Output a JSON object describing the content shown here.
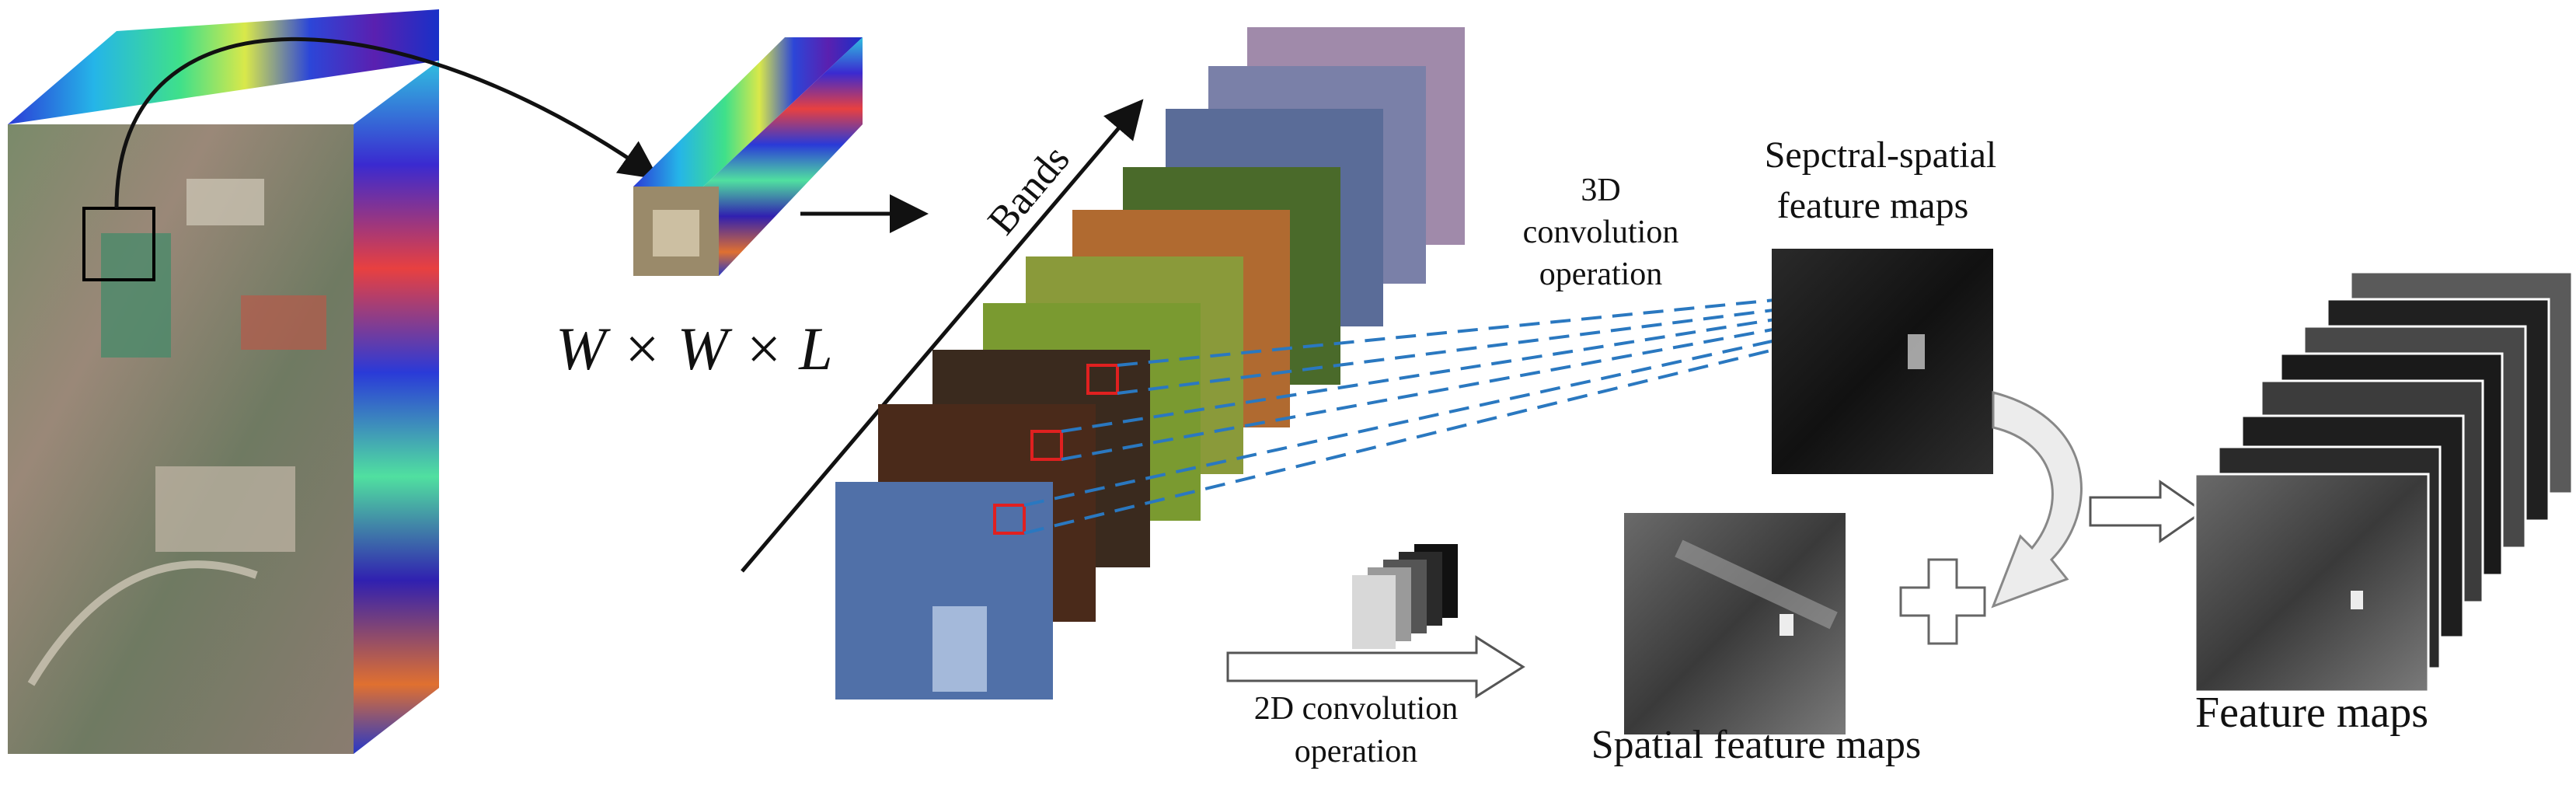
{
  "labels": {
    "formula": "W × W ×  L",
    "bands": "Bands",
    "conv3d_line1": "3D",
    "conv3d_line2": "convolution",
    "conv3d_line3": "operation",
    "spectral_spatial_line1": "Sepctral-spatial",
    "spectral_spatial_line2": "feature maps",
    "conv2d_line1": "2D convolution",
    "conv2d_line2": "operation",
    "spatial_feature_maps": "Spatial feature maps",
    "feature_maps": "Feature maps",
    "plus": "+"
  },
  "colors": {
    "dashed_lines": "#2a78c0",
    "highlight_box": "#e02020",
    "arrow": "#111111",
    "outline_arrow": "#666666"
  }
}
